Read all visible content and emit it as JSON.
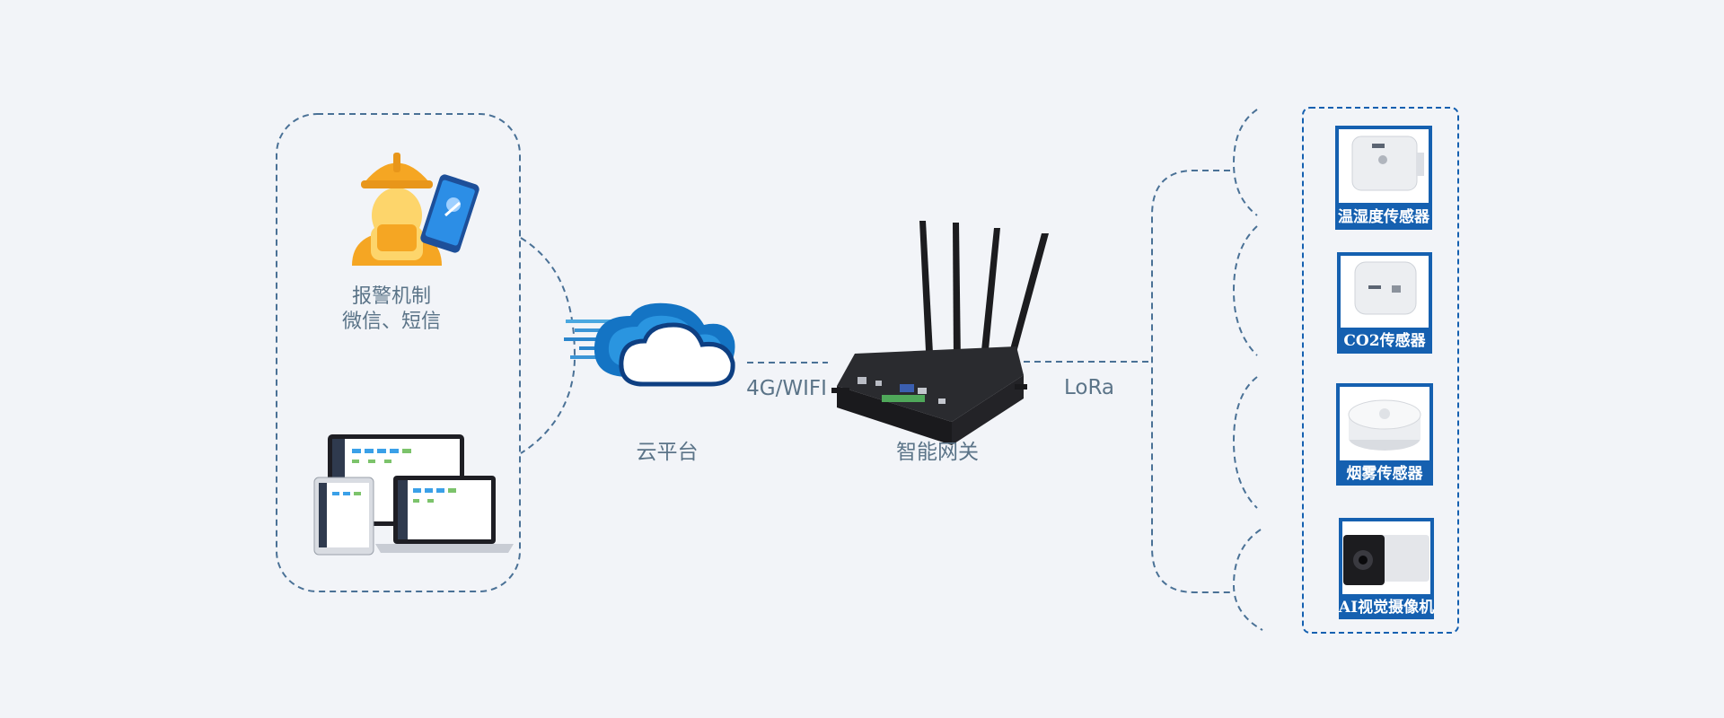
{
  "alarm": {
    "line1": "报警机制",
    "line2": "微信、短信"
  },
  "cloud": {
    "label": "云平台"
  },
  "links": {
    "cloud_gateway": "4G/WIFI",
    "gateway_sensors": "LoRa"
  },
  "gateway": {
    "label": "智能网关"
  },
  "sensors": [
    {
      "label": "温湿度传感器",
      "icon": "temp-humidity-sensor-icon"
    },
    {
      "label": "CO2传感器",
      "icon": "co2-sensor-icon"
    },
    {
      "label": "烟雾传感器",
      "icon": "smoke-sensor-icon"
    },
    {
      "label": "AI视觉摄像机",
      "icon": "ai-camera-icon"
    }
  ],
  "colors": {
    "background": "#f2f4f8",
    "dash": "#4a7196",
    "sensor_frame": "#1560b0",
    "cloud_blue": "#1474c4",
    "helmet": "#f5a623",
    "label_text": "#5b7488"
  }
}
